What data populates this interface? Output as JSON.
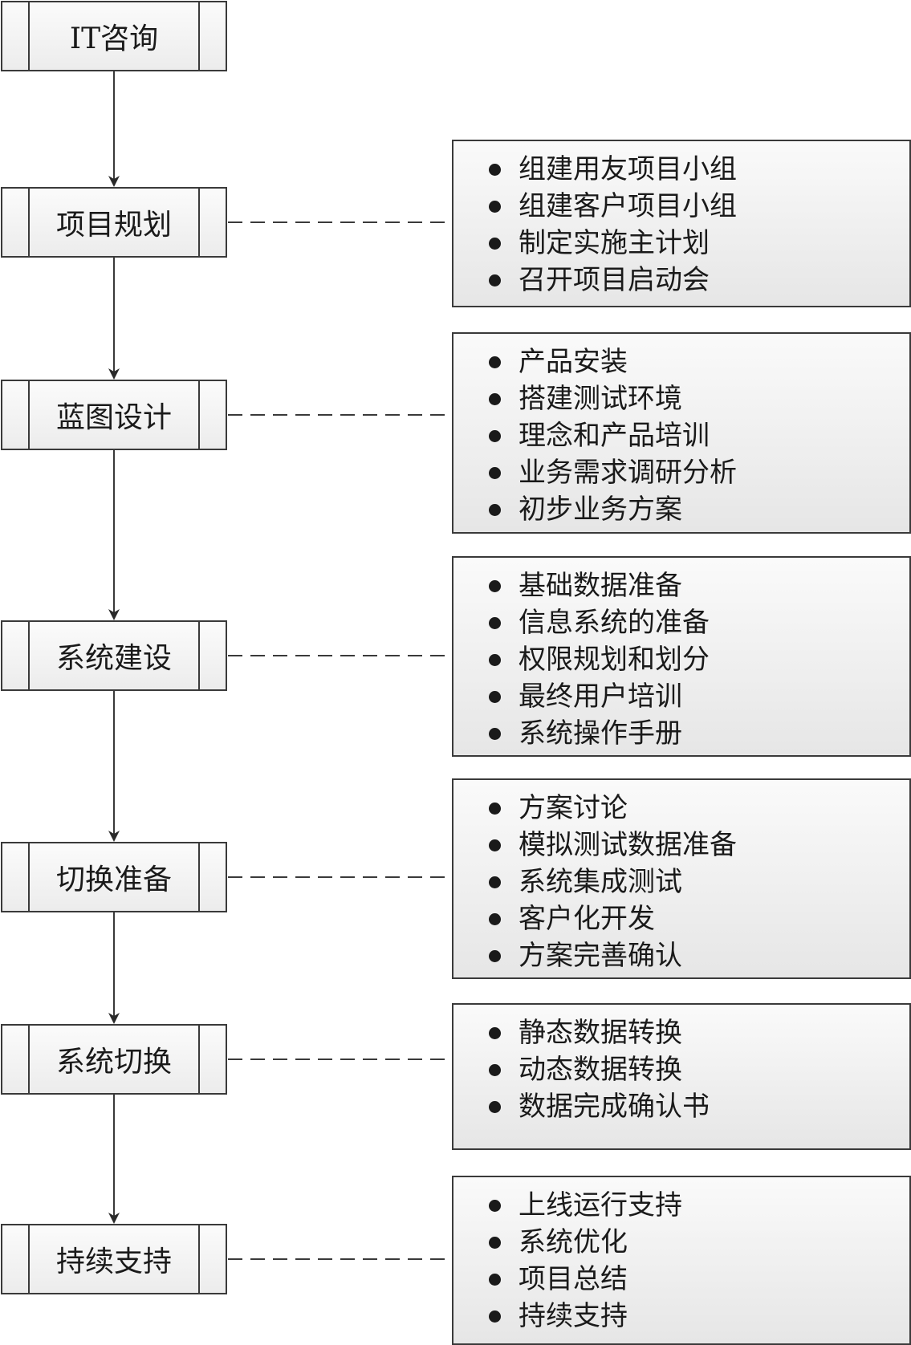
{
  "steps": [
    {
      "label": "IT咨询",
      "items": []
    },
    {
      "label": "项目规划",
      "items": [
        "组建用友项目小组",
        "组建客户项目小组",
        "制定实施主计划",
        "召开项目启动会"
      ]
    },
    {
      "label": "蓝图设计",
      "items": [
        "产品安装",
        "搭建测试环境",
        "理念和产品培训",
        "业务需求调研分析",
        "初步业务方案"
      ]
    },
    {
      "label": "系统建设",
      "items": [
        "基础数据准备",
        "信息系统的准备",
        "权限规划和划分",
        "最终用户培训",
        "系统操作手册"
      ]
    },
    {
      "label": "切换准备",
      "items": [
        "方案讨论",
        "模拟测试数据准备",
        "系统集成测试",
        "客户化开发",
        "方案完善确认"
      ]
    },
    {
      "label": "系统切换",
      "items": [
        "静态数据转换",
        "动态数据转换",
        "数据完成确认书"
      ]
    },
    {
      "label": "持续支持",
      "items": [
        "上线运行支持",
        "系统优化",
        "项目总结",
        "持续支持"
      ]
    }
  ],
  "colors": {
    "line": "#3a3a3a",
    "text": "#1a1a1a",
    "box_top": "#fbfbfb",
    "box_bottom": "#e6e6e6"
  }
}
